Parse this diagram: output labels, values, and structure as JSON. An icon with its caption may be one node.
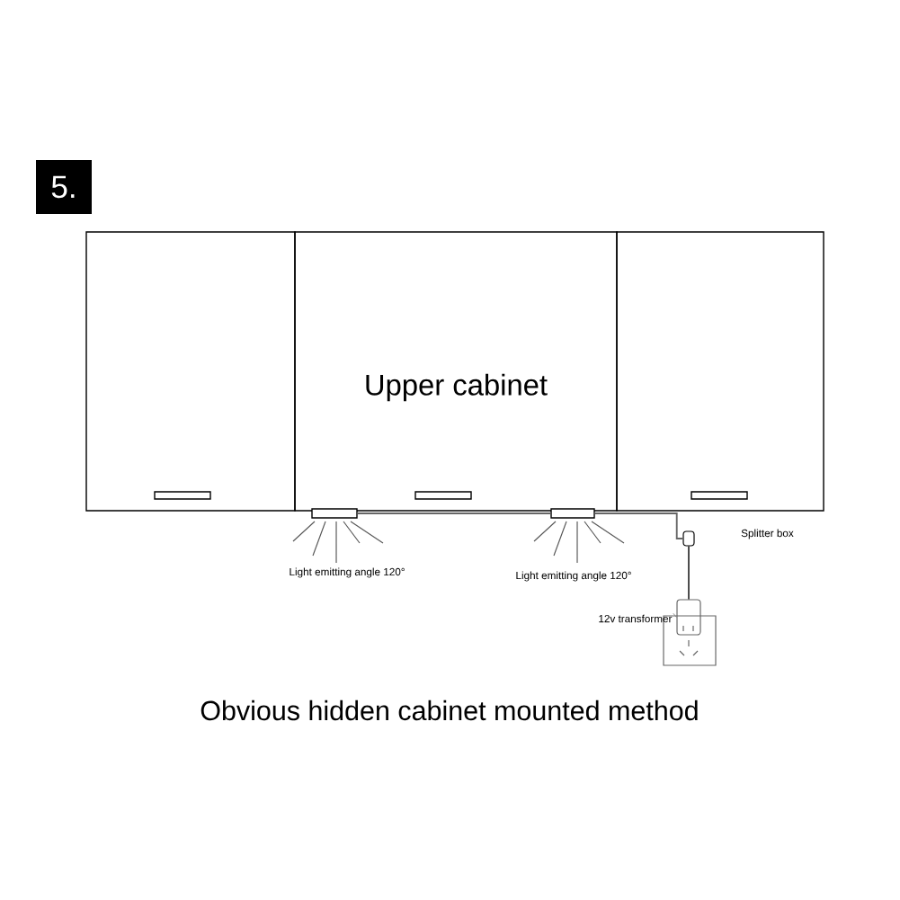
{
  "diagram": {
    "caption": "Obvious hidden cabinet mounted method",
    "nodes": [
      {
        "text": [
          "5."
        ]
      },
      {
        "text": [],
        "shape": "box"
      },
      {
        "text": [
          "Upper cabinet"
        ]
      },
      {
        "text": [],
        "shape": "box"
      },
      {
        "text": [],
        "shape": "bar"
      },
      {
        "text": [],
        "shape": "bar"
      },
      {
        "text": [],
        "shape": "box"
      },
      {
        "text": [],
        "shape": "box"
      },
      {
        "text": [
          "12v transformer"
        ]
      }
    ],
    "edges": [
      {
        "from": 4,
        "to": 5,
        "arrow": "none"
      },
      {
        "from": 5,
        "to": 6,
        "arrow": "none"
      },
      {
        "from": 6,
        "to": 7,
        "arrow": "none",
        "color": "#000000"
      },
      {
        "from": 8,
        "to": 7,
        "arrow": "none"
      }
    ],
    "labels": [
      "Splitter box",
      "Light emitting angle 120°",
      "Light emitting angle 120°"
    ]
  }
}
